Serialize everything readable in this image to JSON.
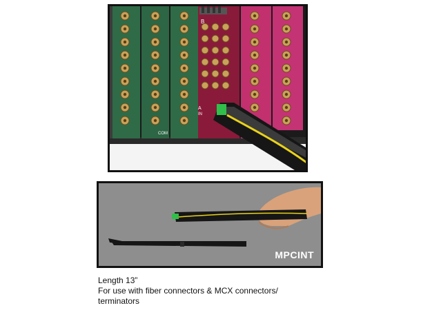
{
  "top_photo": {
    "panel_labels": [
      "B",
      "A",
      "IN",
      "COM"
    ]
  },
  "bottom_photo": {
    "product_code": "MPCINT"
  },
  "caption": {
    "line1": "Length 13”",
    "line2": "For use with fiber connectors & MCX connectors/",
    "line3": "terminators"
  },
  "colors": {
    "green_card": "#2f6b47",
    "pink_card": "#c2306e",
    "gold_connector": "#c9a25a",
    "tool_black": "#161616",
    "fiber_yellow": "#e9d21a",
    "panel_gray": "#8e8e8e"
  }
}
